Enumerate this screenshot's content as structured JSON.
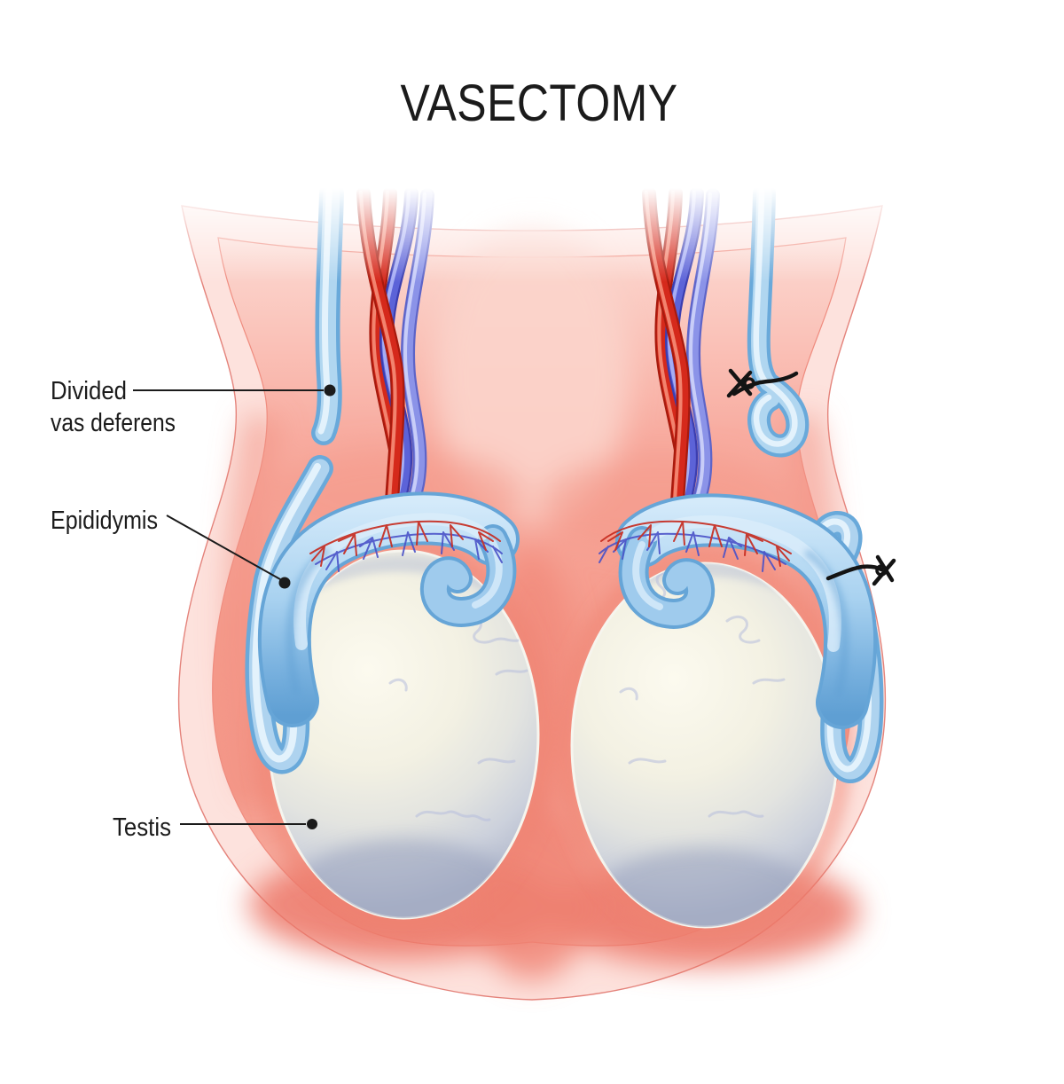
{
  "title": "VASECTOMY",
  "labels": {
    "divided_vas": {
      "line1": "Divided",
      "line2": "vas deferens"
    },
    "epididymis": "Epididymis",
    "testis": "Testis"
  },
  "colors": {
    "background": "#ffffff",
    "label_text": "#1b1b1b",
    "leader_line": "#1b1b1b",
    "scrotum_outer_fill": "#fde2dd",
    "scrotum_border": "#e4837b",
    "scrotum_inner_salmon": "#f59a8b",
    "vas_deferens_outline": "#69a9da",
    "vas_deferens_fill": "#b0d6f0",
    "epididymis_blue": "#8fc3e8",
    "artery_red": "#d5291b",
    "vein_blue": "#5c63d8",
    "testis_fill": "#eef0ec",
    "suture_black": "#141414"
  }
}
